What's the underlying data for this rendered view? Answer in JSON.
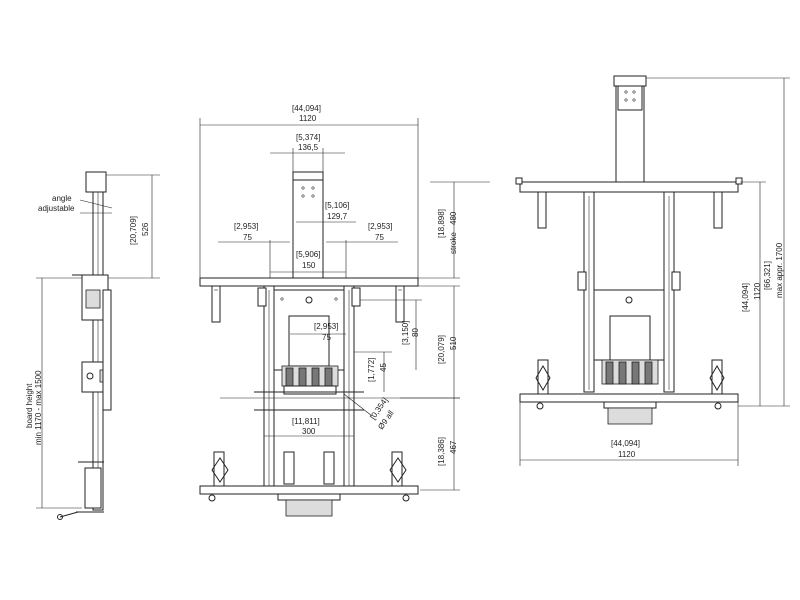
{
  "side_view": {
    "angle_label_1": "angle",
    "angle_label_2": "adjustable",
    "dim_top": {
      "inch": "[20,709]",
      "mm": "526"
    },
    "board_height_1": "board height",
    "board_height_2": "min 1170 - max 1500"
  },
  "front_view": {
    "overall_width": {
      "inch": "[44,094]",
      "mm": "1120"
    },
    "column_width": {
      "inch": "[5,374]",
      "mm": "136,5"
    },
    "hole_spacing": {
      "inch": "[5,106]",
      "mm": "129,7"
    },
    "left_offset": {
      "inch": "[2,953]",
      "mm": "75"
    },
    "right_offset": {
      "inch": "[2,953]",
      "mm": "75"
    },
    "center_width": {
      "inch": "[5,906]",
      "mm": "150"
    },
    "stroke": {
      "inch": "[18,898]",
      "label": "stroke",
      "mm": "480"
    },
    "plate_offset": {
      "inch": "[2,953]",
      "mm": "75"
    },
    "plate_height": {
      "inch": "[3,150]",
      "mm": "80"
    },
    "mount_height": {
      "inch": "[20,079]",
      "mm": "510"
    },
    "hook_height": {
      "inch": "[1,772]",
      "mm": "45"
    },
    "hole_dia": {
      "inch": "[0,354]",
      "mm": "Ø9 all"
    },
    "rail_width": {
      "inch": "[11,811]",
      "mm": "300"
    },
    "lower_height": {
      "inch": "[18,386]",
      "mm": "467"
    }
  },
  "right_view": {
    "max_height": {
      "inch": "[66,321]",
      "label": "max appr. 1700"
    },
    "frame_height": {
      "inch": "[44,094]",
      "mm": "1120"
    },
    "base_width": {
      "inch": "[44,094]",
      "mm": "1120"
    }
  }
}
